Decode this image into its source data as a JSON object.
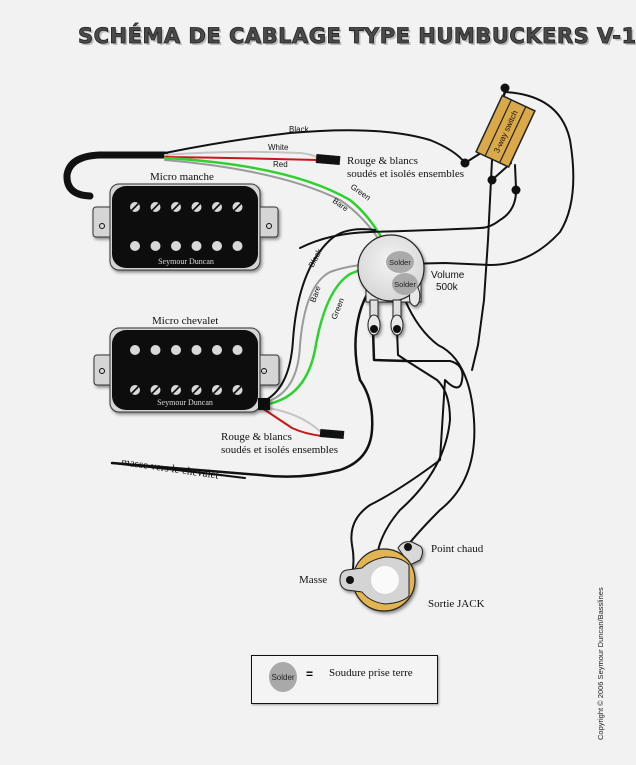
{
  "title": "SCHÉMA DE CABLAGE TYPE HUMBUCKERS V-1",
  "colors": {
    "background": "#f2f2f2",
    "wire_black": "#111111",
    "wire_white": "#bdbdbd",
    "wire_red": "#c8161d",
    "wire_green": "#2fd12f",
    "wire_bare": "#9a9a9a",
    "switch_body": "#d9a94a",
    "jack_ring": "#e3b453",
    "solder": "#aaaaaa",
    "pickup_body": "#0a0a0a",
    "pole_piece": "#d8d8d8"
  },
  "neck_pickup": {
    "label": "Micro manche",
    "brand": "Seymour Duncan",
    "wire_labels": {
      "black": "Black",
      "white": "White",
      "red": "Red",
      "green": "Green",
      "bare": "Bare"
    },
    "note": [
      "Rouge & blancs",
      "soudés et isolés ensembles"
    ]
  },
  "bridge_pickup": {
    "label": "Micro chevalet",
    "brand": "Seymour Duncan",
    "wire_labels": {
      "black": "Black",
      "bare": "Bare",
      "green": "Green"
    },
    "note": [
      "Rouge & blancs",
      "soudés et isolés ensembles"
    ]
  },
  "switch": {
    "label": "3-way switch"
  },
  "volume_pot": {
    "label": [
      "Volume",
      "500k"
    ],
    "solder_points": [
      "Solder",
      "Solder"
    ]
  },
  "ground_wire": {
    "label": "masse vers le chevalet"
  },
  "jack": {
    "label": "Sortie JACK",
    "hot": "Point chaud",
    "ground": "Masse"
  },
  "legend": {
    "symbol": "Solder",
    "equals": "=",
    "text": "Soudure prise terre"
  },
  "copyright": "Copyright © 2006 Seymour Duncan/Basslines"
}
